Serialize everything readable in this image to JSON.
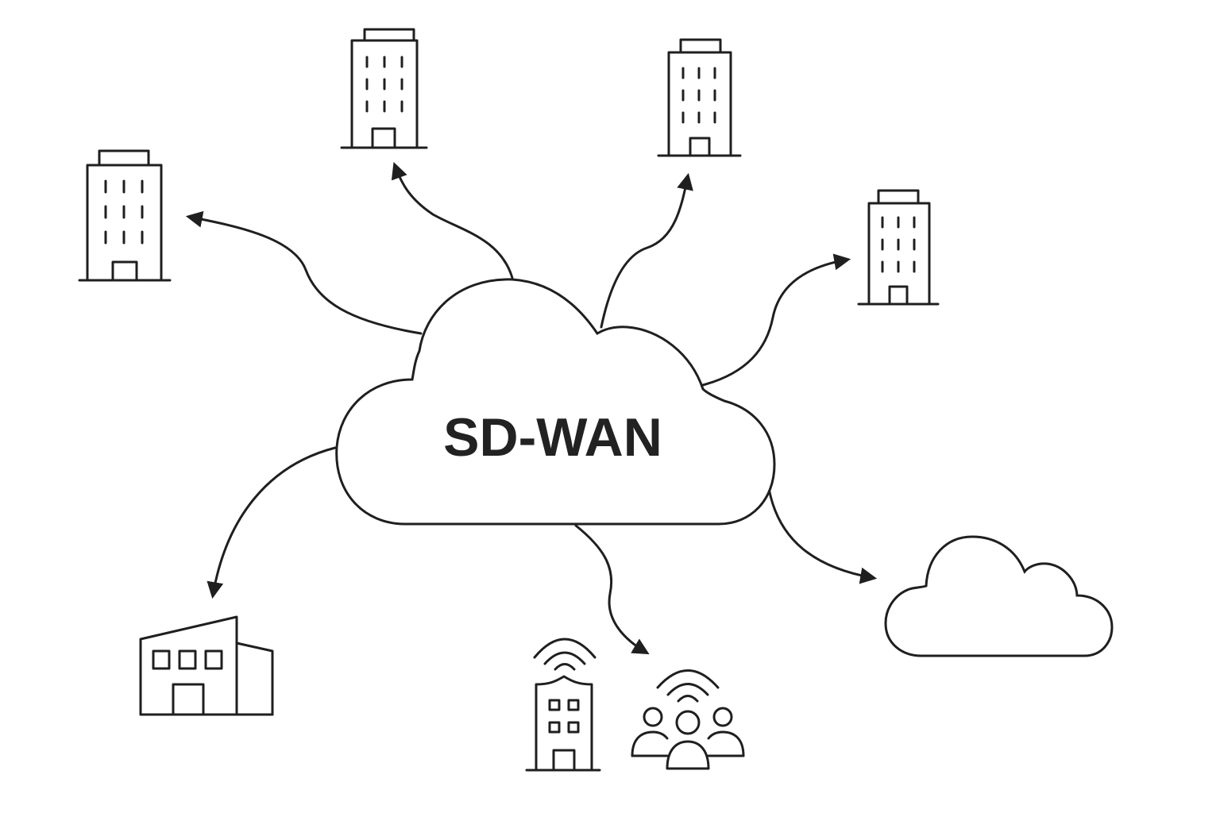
{
  "diagram": {
    "hub": {
      "label": "SD-WAN",
      "shape": "cloud-icon"
    },
    "nodes": [
      {
        "id": "branch-1",
        "icon": "office-tower-icon"
      },
      {
        "id": "branch-2",
        "icon": "office-tower-icon"
      },
      {
        "id": "branch-3",
        "icon": "office-tower-icon"
      },
      {
        "id": "branch-4",
        "icon": "office-tower-icon"
      },
      {
        "id": "warehouse",
        "icon": "warehouse-building-icon"
      },
      {
        "id": "remote-wireless",
        "icon": "wireless-building-and-users-icon"
      },
      {
        "id": "cloud-service",
        "icon": "cloud-icon"
      }
    ],
    "edges": [
      {
        "from": "hub",
        "to": "branch-1",
        "directed": true
      },
      {
        "from": "hub",
        "to": "branch-2",
        "directed": true
      },
      {
        "from": "hub",
        "to": "branch-3",
        "directed": true
      },
      {
        "from": "hub",
        "to": "branch-4",
        "directed": true
      },
      {
        "from": "hub",
        "to": "warehouse",
        "directed": true
      },
      {
        "from": "hub",
        "to": "remote-wireless",
        "directed": true
      },
      {
        "from": "hub",
        "to": "cloud-service",
        "directed": true
      }
    ],
    "colors": {
      "stroke": "#1f1f1f",
      "background": "#ffffff",
      "label": "#222222"
    }
  }
}
